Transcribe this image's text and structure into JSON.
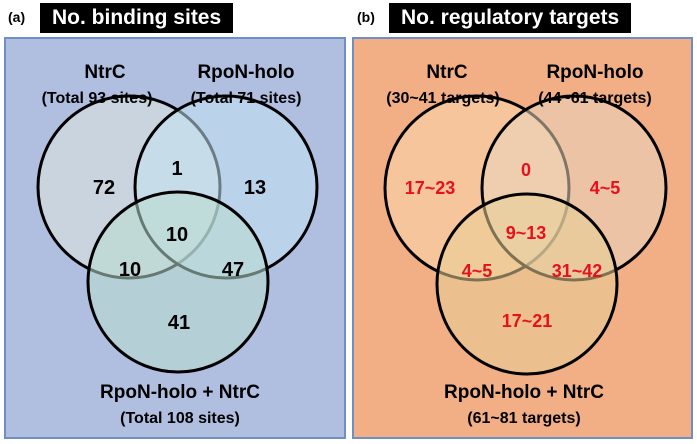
{
  "panel_a": {
    "label": "(a)",
    "title": "No. binding sites",
    "set1": {
      "name": "NtrC",
      "total": "(Total 93 sites)"
    },
    "set2": {
      "name": "RpoN-holo",
      "total": "(Total 71 sites)"
    },
    "set3": {
      "name": "RpoN-holo + NtrC",
      "total": "(Total 108 sites)"
    },
    "regions": {
      "only1": "72",
      "only2": "13",
      "only3": "41",
      "r12": "1",
      "r13": "10",
      "r23": "47",
      "r123": "10"
    },
    "background": "#b0bfe0",
    "circle_colors": [
      "#dfe5dc",
      "#c3e2f2",
      "#b9dcd0"
    ],
    "number_color": "#000000"
  },
  "panel_b": {
    "label": "(b)",
    "title": "No. regulatory targets",
    "set1": {
      "name": "NtrC",
      "total": "(30~41 targets)"
    },
    "set2": {
      "name": "RpoN-holo",
      "total": "(44~61 targets)"
    },
    "set3": {
      "name": "RpoN-holo + NtrC",
      "total": "(61~81 targets)"
    },
    "regions": {
      "only1": "17~23",
      "only2": "4~5",
      "only3": "17~21",
      "r12": "0",
      "r13": "4~5",
      "r23": "31~42",
      "r123": "9~13"
    },
    "background": "#f2ae84",
    "circle_colors": [
      "#fcd9b1",
      "#e7d5c0",
      "#e8cf98"
    ],
    "number_color": "#e8101c"
  }
}
